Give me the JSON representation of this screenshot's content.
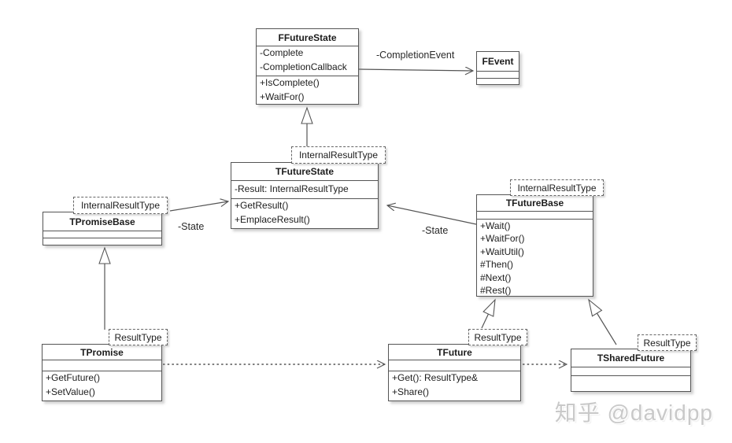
{
  "watermark": "知乎 @davidpp",
  "colors": {
    "line": "#555555",
    "background": "#ffffff",
    "watermark": "#c9c9c9"
  },
  "classes": {
    "ffuturestate": {
      "name": "FFutureState",
      "attributes": [
        "-Complete",
        "-CompletionCallback"
      ],
      "methods": [
        "+IsComplete()",
        "+WaitFor()"
      ]
    },
    "fevent": {
      "name": "FEvent",
      "attributes": [],
      "methods": []
    },
    "tfuturestate": {
      "name": "TFutureState",
      "template_param": "InternalResultType",
      "attributes": [
        "-Result: InternalResultType"
      ],
      "methods": [
        "+GetResult()",
        "+EmplaceResult()"
      ]
    },
    "tpromisebase": {
      "name": "TPromiseBase",
      "template_param": "InternalResultType",
      "attributes": [],
      "methods": []
    },
    "tfuturebase": {
      "name": "TFutureBase",
      "template_param": "InternalResultType",
      "attributes": [],
      "methods": [
        "+Wait()",
        "+WaitFor()",
        "+WaitUtil()",
        "#Then()",
        "#Next()",
        "#Rest()"
      ]
    },
    "tpromise": {
      "name": "TPromise",
      "template_param": "ResultType",
      "attributes": [],
      "methods": [
        "+GetFuture()",
        "+SetValue()"
      ]
    },
    "tfuture": {
      "name": "TFuture",
      "template_param": "ResultType",
      "attributes": [],
      "methods": [
        "+Get(): ResultType&",
        "+Share()"
      ]
    },
    "tsharedfuture": {
      "name": "TSharedFuture",
      "template_param": "ResultType",
      "attributes": [],
      "methods": []
    }
  },
  "relationships": [
    {
      "type": "association",
      "from": "FFutureState",
      "to": "FEvent",
      "label": "-CompletionEvent"
    },
    {
      "type": "generalization",
      "from": "TFutureState",
      "to": "FFutureState"
    },
    {
      "type": "association",
      "from": "TPromiseBase",
      "to": "TFutureState",
      "label": "-State"
    },
    {
      "type": "association",
      "from": "TFutureBase",
      "to": "TFutureState",
      "label": "-State"
    },
    {
      "type": "generalization",
      "from": "TPromise",
      "to": "TPromiseBase"
    },
    {
      "type": "generalization",
      "from": "TFuture",
      "to": "TFutureBase"
    },
    {
      "type": "generalization",
      "from": "TSharedFuture",
      "to": "TFutureBase"
    },
    {
      "type": "dependency",
      "from": "TPromise",
      "to": "TFuture"
    },
    {
      "type": "dependency",
      "from": "TFuture",
      "to": "TSharedFuture"
    }
  ]
}
